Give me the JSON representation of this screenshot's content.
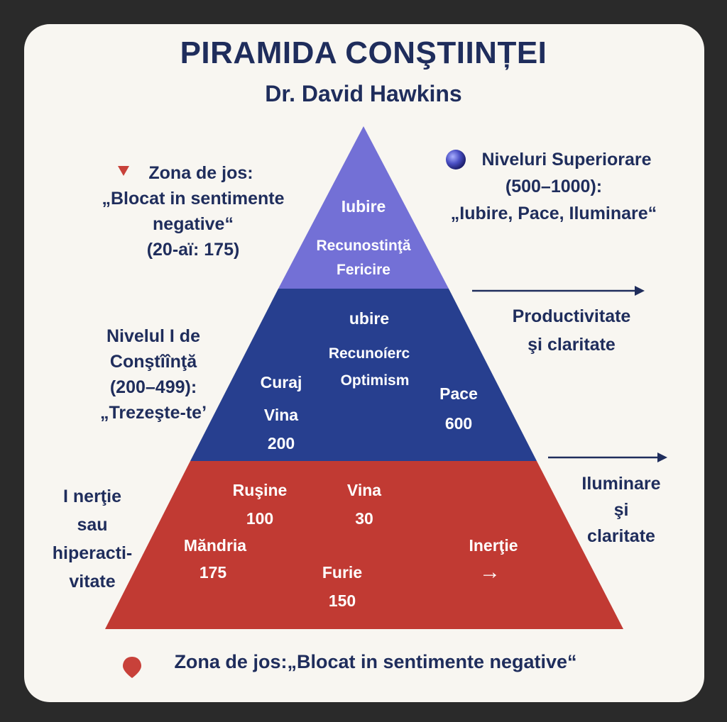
{
  "title": "PIRAMIDA CONŞTIINȚEI",
  "subtitle": "Dr. David Hawkins",
  "left_top": {
    "heading": "Zona de jos:",
    "lines": [
      "„Blocat in sentimente",
      "negative“",
      "(20-aï: 175)"
    ]
  },
  "left_middle": {
    "lines": [
      "Nivelul I de",
      "Conştîînţă",
      "(200–499):",
      "„Trezeşte-te’"
    ]
  },
  "left_bottom": {
    "lines": [
      "I nerţie",
      "sau",
      "hiperacti-",
      "vitate"
    ]
  },
  "right_top": {
    "heading": "Niveluri Superiorare",
    "lines": [
      "(500–1000):",
      "„Iubire, Pace, Iluminare“"
    ]
  },
  "right_middle": {
    "lines": [
      "Productivitate",
      "şi claritate"
    ]
  },
  "right_bottom": {
    "lines": [
      "Iluminare",
      "şi",
      "claritate"
    ]
  },
  "pyramid": {
    "top": {
      "l1": "Iubire",
      "l2": "Recunostinţă",
      "l3": "Fericire"
    },
    "middle": {
      "l1": "ubire",
      "l2": "Recunoíerc",
      "l3": "Optimism",
      "curaj": "Curaj",
      "vina": "Vina",
      "vina_val": "200",
      "pace": "Pace",
      "pace_val": "600"
    },
    "bottom": {
      "rusine": "Ruşine",
      "rusine_val": "100",
      "vina": "Vina",
      "vina_val": "30",
      "mandria": "Măndria",
      "mandria_val": "175",
      "furie": "Furie",
      "furie_val": "150",
      "inertie": "Inerţie",
      "inertie_arrow": "→"
    }
  },
  "footer": "Zona de jos:„Blocat in sentimente negative“",
  "colors": {
    "top": "#7370d6",
    "middle": "#273f8f",
    "bottom": "#c13a33",
    "text_dark": "#1f2d5c",
    "marker_red": "#c8413a"
  }
}
